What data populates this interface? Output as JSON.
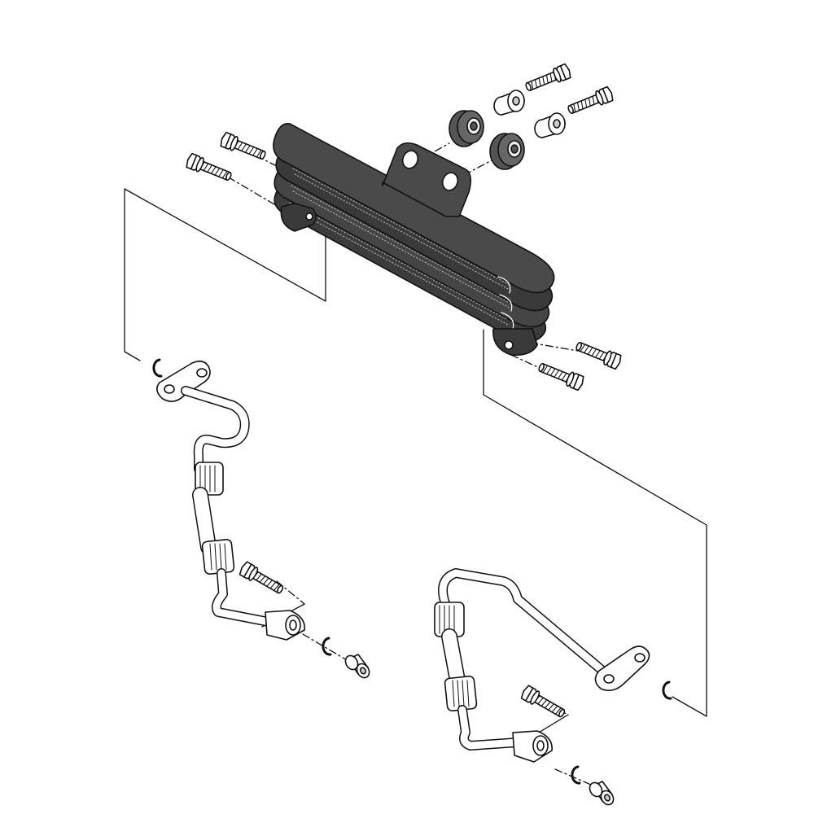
{
  "colors": {
    "background": "#ffffff",
    "outline": "#111111",
    "cooler_body": "#4a4a4a",
    "cooler_dark": "#2e2e2e",
    "part_fill": "#ffffff",
    "part_shade": "#d8d8d8"
  },
  "parts": [
    {
      "id": "oil-cooler",
      "icon": "oil-cooler-icon"
    },
    {
      "id": "cooler-mount-bracket",
      "icon": "bracket-icon"
    },
    {
      "id": "grommet-upper",
      "icon": "grommet-icon"
    },
    {
      "id": "grommet-lower",
      "icon": "grommet-icon"
    },
    {
      "id": "collar-upper",
      "icon": "collar-icon"
    },
    {
      "id": "collar-lower",
      "icon": "collar-icon"
    },
    {
      "id": "bolt-bracket-upper",
      "icon": "bolt-icon"
    },
    {
      "id": "bolt-bracket-lower",
      "icon": "bolt-icon"
    },
    {
      "id": "bolt-cooler-left-upper",
      "icon": "bolt-icon"
    },
    {
      "id": "bolt-cooler-left-lower",
      "icon": "bolt-icon"
    },
    {
      "id": "bolt-cooler-right-upper",
      "icon": "bolt-icon"
    },
    {
      "id": "bolt-cooler-right-lower",
      "icon": "bolt-icon"
    },
    {
      "id": "oil-hose-left",
      "icon": "hose-icon"
    },
    {
      "id": "oil-hose-right",
      "icon": "hose-icon"
    },
    {
      "id": "o-ring-left-upper",
      "icon": "o-ring-icon"
    },
    {
      "id": "o-ring-left-lower",
      "icon": "o-ring-icon"
    },
    {
      "id": "o-ring-right-upper",
      "icon": "o-ring-icon"
    },
    {
      "id": "o-ring-right-lower",
      "icon": "o-ring-icon"
    },
    {
      "id": "hose-bolt-left",
      "icon": "bolt-icon"
    },
    {
      "id": "hose-bolt-right",
      "icon": "bolt-icon"
    },
    {
      "id": "dowel-left",
      "icon": "dowel-icon"
    },
    {
      "id": "dowel-right",
      "icon": "dowel-icon"
    }
  ]
}
